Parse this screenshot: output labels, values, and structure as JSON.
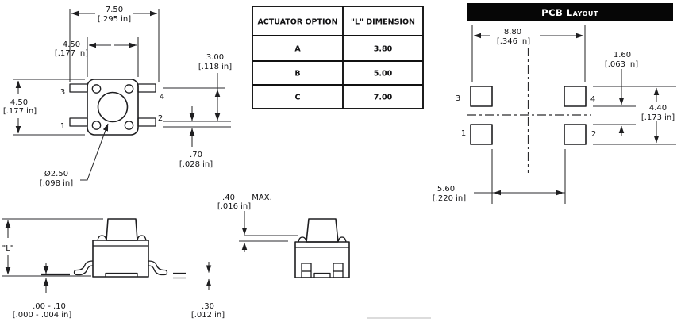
{
  "drawing": {
    "top_view": {
      "pins": {
        "p1": "1",
        "p2": "2",
        "p3": "3",
        "p4": "4"
      },
      "dim_lead_span_mm": "7.50",
      "dim_lead_span_in": "[.295 in]",
      "dim_body_width_mm": "4.50",
      "dim_body_width_in": "[.177 in]",
      "dim_body_height_mm": "4.50",
      "dim_body_height_in": "[.177 in]",
      "dim_lead_height_mm": "3.00",
      "dim_lead_height_in": "[.118 in]",
      "dim_standoff_mm": ".70",
      "dim_standoff_in": "[.028 in]",
      "dim_actuator_dia_mm": "Ø2.50",
      "dim_actuator_dia_in": "[.098 in]"
    },
    "table": {
      "col1_header": "ACTUATOR OPTION",
      "col2_header": "\"L\" DIMENSION",
      "rows": [
        {
          "option": "A",
          "dim": "3.80"
        },
        {
          "option": "B",
          "dim": "5.00"
        },
        {
          "option": "C",
          "dim": "7.00"
        }
      ]
    },
    "pcb": {
      "title": "PCB Layout",
      "pins": {
        "p1": "1",
        "p2": "2",
        "p3": "3",
        "p4": "4"
      },
      "dim_pad_span_mm": "8.80",
      "dim_pad_span_in": "[.346 in]",
      "dim_pad_gap_mm": "1.60",
      "dim_pad_gap_in": "[.063 in]",
      "dim_row_span_mm": "4.40",
      "dim_row_span_in": "[.173 in]",
      "dim_col_gap_mm": "5.60",
      "dim_col_gap_in": "[.220 in]"
    },
    "side_view": {
      "l_label": "\"L\"",
      "dim_coplanarity_mm": ".00 - .10",
      "dim_coplanarity_in": "[.000 - .004 in]",
      "dim_lead_thickness_mm": ".30",
      "dim_lead_thickness_in": "[.012 in]"
    },
    "front_view": {
      "dim_dome_mm": ".40",
      "dim_dome_max": "MAX.",
      "dim_dome_in": "[.016 in]"
    }
  }
}
